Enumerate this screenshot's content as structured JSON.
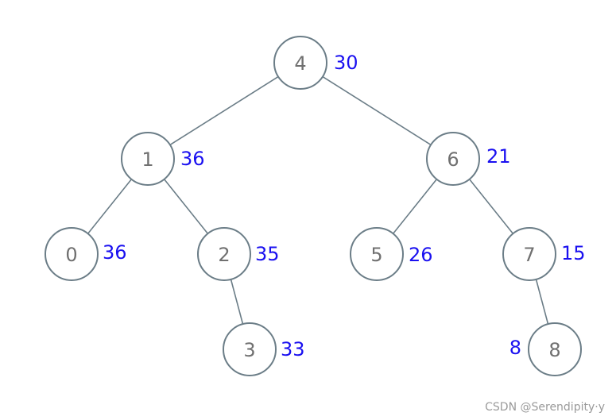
{
  "diagram": {
    "nodes": [
      {
        "id": "4",
        "label": "4",
        "value": "30"
      },
      {
        "id": "1",
        "label": "1",
        "value": "36"
      },
      {
        "id": "6",
        "label": "6",
        "value": "21"
      },
      {
        "id": "0",
        "label": "0",
        "value": "36"
      },
      {
        "id": "2",
        "label": "2",
        "value": "35"
      },
      {
        "id": "5",
        "label": "5",
        "value": "26"
      },
      {
        "id": "7",
        "label": "7",
        "value": "15"
      },
      {
        "id": "3",
        "label": "3",
        "value": "33"
      },
      {
        "id": "8",
        "label": "8",
        "value": "8"
      }
    ],
    "edges": [
      {
        "from": "4",
        "to": "1"
      },
      {
        "from": "4",
        "to": "6"
      },
      {
        "from": "1",
        "to": "0"
      },
      {
        "from": "1",
        "to": "2"
      },
      {
        "from": "6",
        "to": "5"
      },
      {
        "from": "6",
        "to": "7"
      },
      {
        "from": "2",
        "to": "3"
      },
      {
        "from": "7",
        "to": "8"
      }
    ]
  },
  "watermark": "CSDN @Serendipity·y",
  "colors": {
    "node_stroke": "#6b7d87",
    "node_text": "#707070",
    "value_text": "#1a10f0"
  }
}
